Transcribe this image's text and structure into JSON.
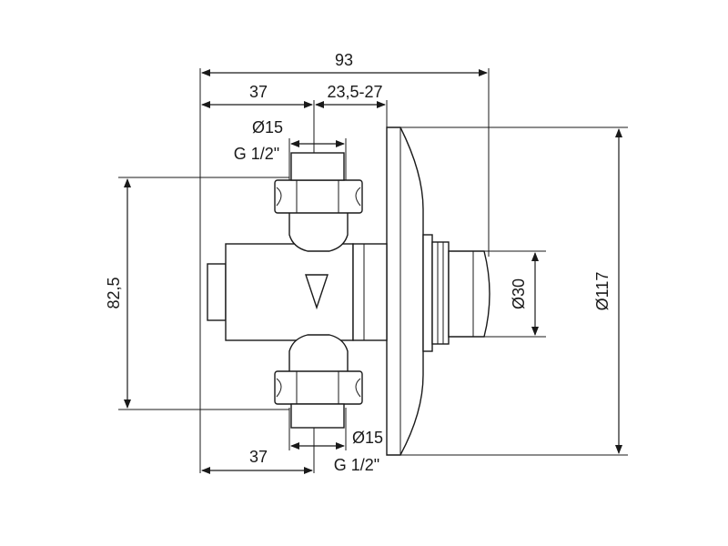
{
  "dimensions": {
    "overall_width": "93",
    "left_body_width": "37",
    "wall_depth": "23,5-27",
    "top_pipe_diameter": "Ø15",
    "top_thread": "G 1/2\"",
    "bottom_pipe_diameter": "Ø15",
    "bottom_thread": "G 1/2\"",
    "bottom_left_width": "37",
    "vertical_spacing": "82,5",
    "button_diameter": "Ø30",
    "plate_diameter": "Ø117"
  },
  "colors": {
    "line": "#1a1a1a",
    "background": "#ffffff"
  }
}
